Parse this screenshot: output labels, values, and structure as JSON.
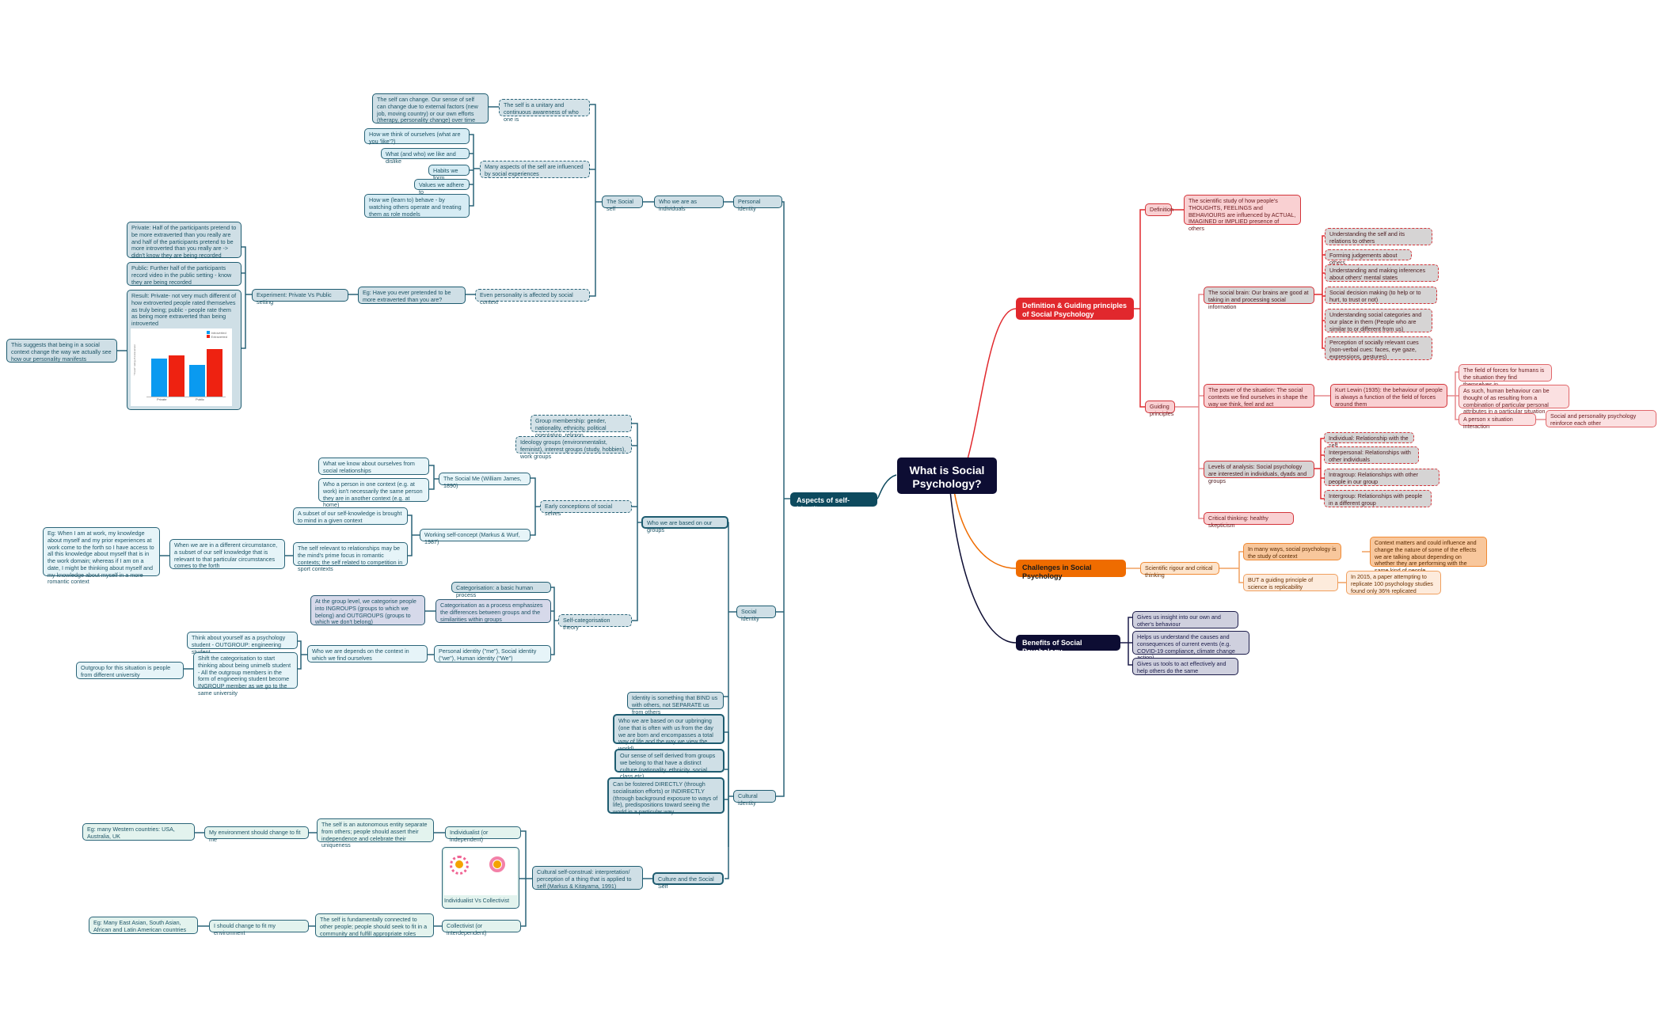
{
  "root": {
    "title": "What is Social Psychology?"
  },
  "colors": {
    "teal": "#0e4a5e",
    "red": "#e1282d",
    "orange": "#ef6c00",
    "navy": "#0d0d33"
  },
  "aspects": {
    "label": "Aspects of self-identity",
    "personal_identity": {
      "label": "Personal identity",
      "individuals": "Who we are as individuals",
      "social_self": "The Social self",
      "unitary": "The self is a unitary and continuous awareness of who one is",
      "change": "The self can change. Our sense of self can change due to external factors (new job, moving country) or our own efforts (therapy, personality change) over time",
      "many_aspects": "Many aspects of the self are influenced by social experiences",
      "aspects_list": [
        "How we think of ourselves (what are you 'like'?)",
        "What (and who) we like and dislike",
        "Habits we form",
        "Values we adhere to",
        "How we (learn to) behave - by watching others operate and treating them as role models"
      ],
      "personality": "Even personality is affected by social context",
      "eg": "Eg: Have you ever pretended to be more extraverted than you are?",
      "experiment": "Experiment: Private Vs Public setting",
      "private": "Private: Half of the participants pretend to be more extraverted than you really are and half of the participants pretend to be more introverted than you really are -> didn't know they are being recorded",
      "public": "Public: Further half of the participants record video in the public setting - know they are being recorded",
      "result": "Result: Private- not very much different of how extroverted people rated themselves as truly being; public - people rate them as being more extraverted than being introverted",
      "suggests": "This suggests that being in a social context change the way we actually see how our personality manifests"
    },
    "social_identity": {
      "label": "Social identity",
      "groups": "Who we are based on our groups",
      "group_membership": "Group membership: gender, nationality, ethnicity, political orientation, religion",
      "ideology": "Ideology groups (environmentalist, feminist), interest groups (study, hobbies), work groups",
      "early": "Early conceptions of social selves",
      "social_me": "The Social Me (William James, 1890)",
      "social_me_1": "What we know about ourselves from social relationships",
      "social_me_2": "Who a person in one context (e.g. at work) isn't necessarily the same person they are in another context (e.g. at home)",
      "working": "Working self-concept (Markus & Wurf, 1987)",
      "working_1": "A subset of our self-knowledge is brought to mind in a given context",
      "working_2": "The self relevant to relationships may be the mind's prime focus in romantic contexts; the self related to competition in sport contexts",
      "different": "When we are in a different circumstance, a subset of our self knowledge that is relevant to that particular circumstances comes to the forth",
      "eg_work": "Eg: When I am at work, my knowledge about myself and my prior experiences at work come to the forth so I have access to all this knowledge about myself that is in the work domain; whereas if I am on a date, I might be thinking about myself and my knowledge about myself in a more romantic context",
      "sct": "Self-categorisation theory",
      "cat_basic": "Categorisation: a basic human process",
      "cat_process": "Categorisation as a process emphasizes the differences between groups and the similarities within groups",
      "ingroups": "At the group level, we categorise people into INGROUPS (groups to which we belong) and OUTGROUPS (groups to which we don't belong)",
      "personal_social_human": "Personal identity (\"me\"), Social identity (\"we\"), Human identity (\"We\")",
      "depends": "Who we are depends on the context in which we find ourselves",
      "psych_student": "Think about yourself as a psychology student - OUTGROUP: engineering student",
      "shift": "Shift the categorisation to start thinking about being unimelb student - All the outgroup members in the form of engineering student become INGROUP member as we go to the same university",
      "outgroup_uni": "Outgroup for this situation is people from different university",
      "bind": "Identity is something that BIND us with others, not SEPARATE us from others"
    },
    "cultural_identity": {
      "label": "Cultural identity",
      "upbringing": "Who we are based on our upbringing (one that is often with us from the day we are born and encompasses a total way of life and the way we view the world)",
      "sense": "Our sense of self derived from groups we belong to that have a distinct culture (nationality, ethnicity, social class etc)",
      "fostered": "Can be fostered DIRECTLY (through socialisation efforts) or INDIRECTLY (through background exposure to ways of life), predispositions toward seeing the world in a particular way",
      "culture_social_self": "Culture and the Social Self",
      "construal": "Cultural self-construal: interpretation/ perception of a thing that is applied to self (Markus & Kitayama, 1991)",
      "image_caption": "Individualist Vs Collectivist",
      "individualist": "Individualist (or independent)",
      "ind_desc": "The self is an autonomous entity separate from others; people should assert their independence and celebrate their uniqueness",
      "ind_env": "My environment should change to fit me",
      "ind_eg": "Eg: many Western countries: USA, Australia, UK",
      "collectivist": "Collectivist (or interdependent)",
      "col_desc": "The self is fundamentally connected to other people; people should seek to fit in a community and fulfill appropriate roles",
      "col_env": "I should change to fit my environment",
      "col_eg": "Eg: Many East Asian, South Asian, African and Latin American countries"
    }
  },
  "definition_branch": {
    "label": "Definition & Guiding principles of Social Psychology",
    "definition": "Definition",
    "definition_text": "The scientific study of how people's THOUGHTS, FEELINGS and BEHAVIOURS are influenced by ACTUAL, IMAGINED or IMPLIED presence of others",
    "guiding": "Guiding principles",
    "social_brain": "The social brain: Our brains are good at taking in and processing social information",
    "brain_items": [
      "Understanding the self and its relations to others",
      "Forming judgements about others",
      "Understanding and making inferences about others' mental states",
      "Social decision making (to help or to hurt, to trust or not)",
      "Understanding social categories and our place in them (People who are similar to or different from us)",
      "Perception of socially relevant cues (non-verbal cues: faces, eye gaze, expressions, gestures)"
    ],
    "power": "The power of the situation: The social contexts we find ourselves in shape the way we think, feel and act",
    "lewin": "Kurt Lewin (1935): the behaviour of people is always a function of the field of forces around them",
    "field": "The field of forces for humans is the situation they find themselves in",
    "as_such": "As such, human behaviour can be thought of as resulting from a combination of particular personal attributes in a particular situation",
    "person_x": "A person x situation interaction",
    "reinforce": "Social and personality psychology reinforce each other",
    "levels": "Levels of analysis: Social psychology are interested in individuals, dyads and groups",
    "level_items": [
      "Individual: Relationship with the self",
      "Interpersonal: Relationships with other individuals",
      "Intragroup: Relationships with other people in our group",
      "Intergroup: Relationships with people in a different group"
    ],
    "critical": "Critical thinking: healthy skepticism"
  },
  "challenges": {
    "label": "Challenges in Social Psychology",
    "rigour": "Scientific rigour and critical thinking",
    "context": "In many ways, social psychology is the study of context",
    "context_matters": "Context matters and could influence and change the nature of some of the effects we are talking about depending on whether they are performing with the same kind of people",
    "replicability": "BUT a guiding principle of science is replicability",
    "replication": "In 2015, a paper attempting to replicate 100 psychology studies found only 36% replicated"
  },
  "benefits": {
    "label": "Benefits of Social Psychology",
    "items": [
      "Gives us insight into our own and other's behaviour",
      "Helps us understand the causes and consequences of current events (e.g. COVID-19 compliance, climate change action)",
      "Gives us tools to act effectively and help others do the same"
    ]
  },
  "chart_data": {
    "type": "bar",
    "categories": [
      "Private",
      "Public"
    ],
    "series": [
      {
        "name": "Introverted",
        "color": "#0a9af0",
        "values": [
          61,
          51
        ]
      },
      {
        "name": "Extraverted",
        "color": "#ee2211",
        "values": [
          67,
          77
        ]
      }
    ],
    "ylabel": "\"Truest\" rating of extraversion",
    "yticks": [
      0,
      20,
      40,
      60,
      80,
      100
    ],
    "ylim": [
      0,
      100
    ],
    "legend_position": "top-right"
  }
}
